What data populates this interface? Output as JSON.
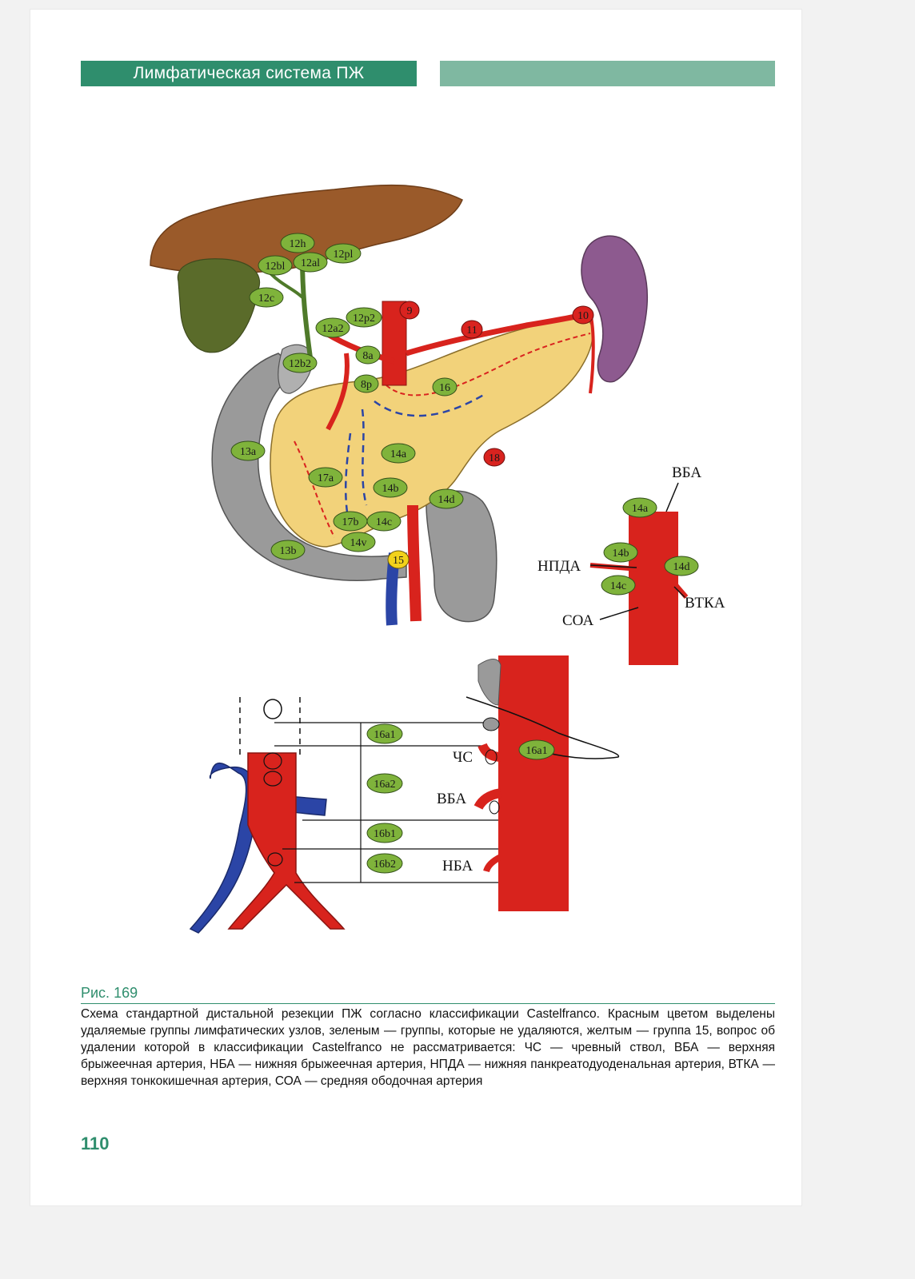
{
  "header": {
    "title": "Лимфатическая система ПЖ"
  },
  "figure": {
    "node_labels": {
      "n12h": "12h",
      "n12pl": "12pl",
      "n12bl": "12bl",
      "n12al": "12al",
      "n12c": "12c",
      "n12p2": "12p2",
      "n12a2": "12a2",
      "n12b2": "12b2",
      "n8a": "8a",
      "n8p": "8p",
      "n9": "9",
      "n10": "10",
      "n11": "11",
      "n16": "16",
      "n18": "18",
      "n13a": "13a",
      "n13b": "13b",
      "n17a": "17a",
      "n17b": "17b",
      "n14a": "14a",
      "n14b": "14b",
      "n14c": "14c",
      "n14d": "14d",
      "n14v": "14v",
      "n15": "15",
      "r14a": "14a",
      "r14b": "14b",
      "r14c": "14c",
      "r14d": "14d",
      "b16a1": "16a1",
      "b16a2": "16a2",
      "b16b1": "16b1",
      "b16b2": "16b2",
      "b16a1r": "16a1"
    },
    "vessel_labels": {
      "vba_top": "ВБА",
      "npda": "НПДА",
      "vtka": "ВТКА",
      "soa": "СОА",
      "chs": "ЧС",
      "vba_bottom": "ВБА",
      "nba": "НБА"
    },
    "colors": {
      "removed": "#d9231f",
      "kept": "#7fb33b",
      "undetermined": "#f2d21b",
      "artery": "#d8231d",
      "vein": "#2b45a6",
      "pancreas": "#f2d27a",
      "liver": "#9a5a2a",
      "gallbladder": "#5a6b2a",
      "spleen": "#8d5a8f",
      "duodenum": "#9a9a9a"
    }
  },
  "figure_number": "Рис. 169",
  "caption": "Схема стандартной дистальной резекции ПЖ согласно классификации Castelfranco. Красным цветом выделены удаляемые группы лимфатических узлов, зеленым — группы, которые не удаляются, желтым — группа 15, вопрос об удалении которой в классификации Castelfranco не рассматривается: ЧС — чревный ствол, ВБА — верхняя брыжеечная артерия, НБА — нижняя брыжеечная артерия, НПДА — нижняя панкреатодуоденальная артерия, ВТКА — верхняя тонкокишечная артерия, СОА — средняя ободочная артерия",
  "page_number": "110"
}
